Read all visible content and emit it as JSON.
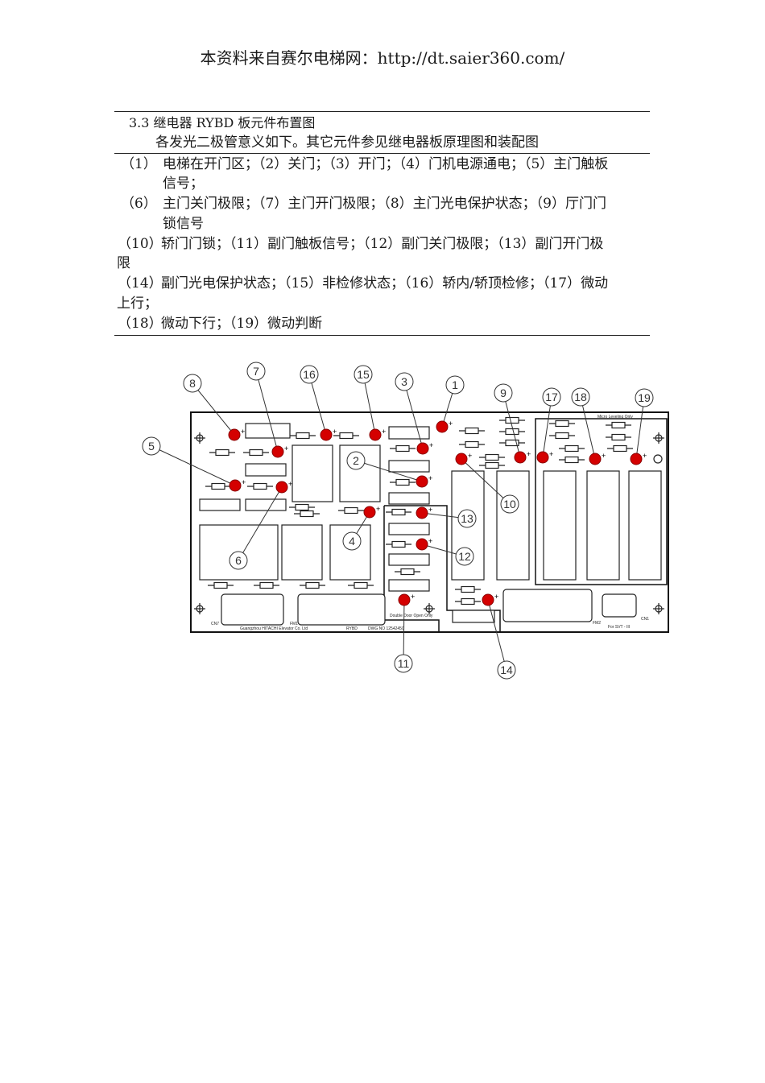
{
  "header": "本资料来自赛尔电梯网：http://dt.saier360.com/",
  "section_title": "3.3 继电器 RYBD 板元件布置图",
  "intro": "各发光二极管意义如下。其它元件参见继电器板原理图和装配图",
  "legend": [
    {
      "num": "（1）",
      "text": "电梯在开门区；（2）关门；（3）开门；（4）门机电源通电；（5）主门触板",
      "cont": "信号；"
    },
    {
      "num": "（6）",
      "text": "主门关门极限；（7）主门开门极限；（8）主门光电保护状态；（9）厅门门",
      "cont": "锁信号"
    },
    {
      "num": "（10）",
      "text": "轿门门锁；（11）副门触板信号；（12）副门关门极限；（13）副门开门极",
      "cont": "限"
    },
    {
      "num": "（14）",
      "text": "副门光电保护状态；（15）非检修状态；（16）轿内/轿顶检修；（17）微动",
      "cont": "上行；"
    },
    {
      "num": "（18）",
      "text": "微动下行；（19）微动判断",
      "cont": ""
    }
  ],
  "diagram": {
    "labels": {
      "micro": "Micro Leveling Only",
      "double": "Double Door Open Only",
      "maker": "Guangzhou HITACHI Elevator Co. Ltd",
      "board": "RYBD",
      "dwg": "DWG NO  12542450",
      "svt": "For SVT - III",
      "cn7": "CN7",
      "fm1": "FM1",
      "fm2": "FM2",
      "cn1": "CN1"
    },
    "callouts": [
      "8",
      "7",
      "16",
      "15",
      "3",
      "1",
      "9",
      "17",
      "18",
      "19",
      "5",
      "2",
      "10",
      "13",
      "12",
      "4",
      "6",
      "11",
      "14"
    ],
    "led_color": "#d40000"
  }
}
